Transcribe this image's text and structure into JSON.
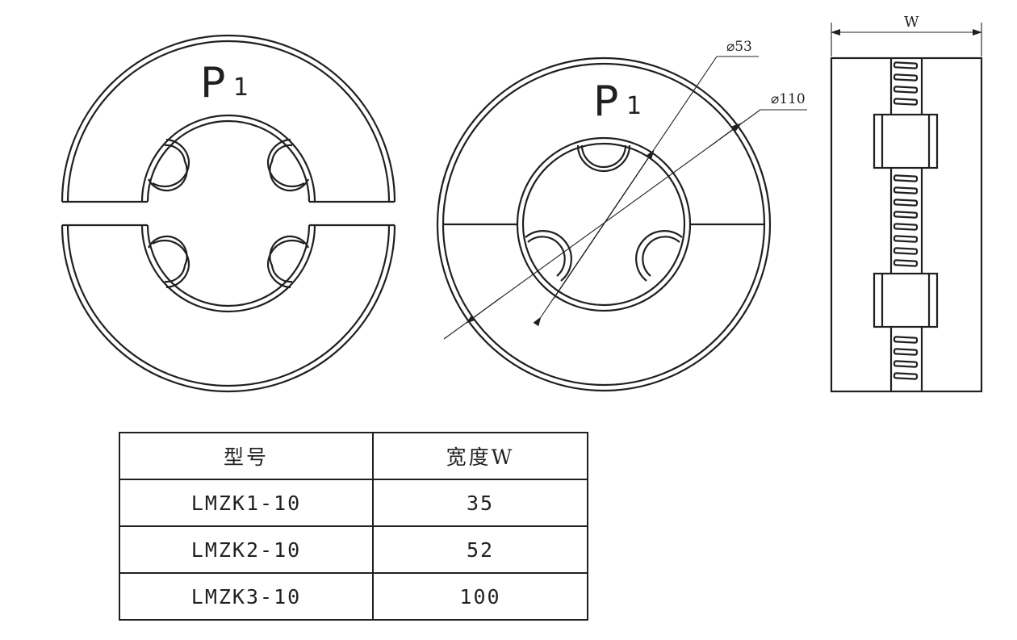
{
  "view_left": {
    "label_main": "P",
    "label_sub": "1"
  },
  "view_middle": {
    "label_main": "P",
    "label_sub": "1",
    "dim_inner": "⌀53",
    "dim_outer": "⌀110"
  },
  "view_side": {
    "dim_width": "W"
  },
  "table": {
    "headers": [
      "型号",
      "宽度W"
    ],
    "rows": [
      [
        "LMZK1-10",
        "35"
      ],
      [
        "LMZK2-10",
        "52"
      ],
      [
        "LMZK3-10",
        "100"
      ]
    ]
  }
}
